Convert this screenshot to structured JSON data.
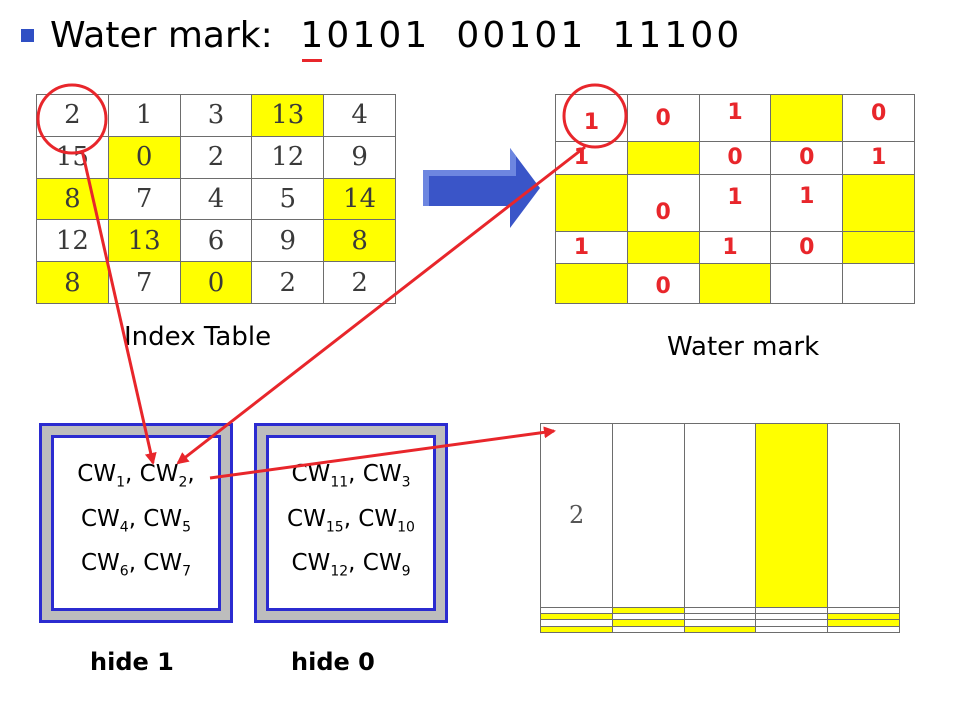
{
  "title": {
    "label": "Water mark:",
    "bits": [
      "1",
      "0",
      "1",
      "0",
      "1",
      "0",
      "0",
      "1",
      "0",
      "1",
      "1",
      "1",
      "1",
      "0",
      "0"
    ]
  },
  "index_table": {
    "caption": "Index Table",
    "rows": [
      [
        "2",
        "1",
        "3",
        "13",
        "4"
      ],
      [
        "15",
        "0",
        "2",
        "12",
        "9"
      ],
      [
        "8",
        "7",
        "4",
        "5",
        "14"
      ],
      [
        "12",
        "13",
        "6",
        "9",
        "8"
      ],
      [
        "8",
        "7",
        "0",
        "2",
        "2"
      ]
    ],
    "highlight": [
      [
        false,
        false,
        false,
        true,
        false
      ],
      [
        false,
        true,
        false,
        false,
        false
      ],
      [
        true,
        false,
        false,
        false,
        true
      ],
      [
        false,
        true,
        false,
        false,
        true
      ],
      [
        true,
        false,
        true,
        false,
        false
      ]
    ]
  },
  "watermark_table": {
    "caption": "Water mark",
    "rows": [
      [
        "1",
        "0",
        "1",
        "",
        "0"
      ],
      [
        "1",
        "",
        "0",
        "0",
        "1"
      ],
      [
        "",
        "0",
        "1",
        "1",
        ""
      ],
      [
        "1",
        "",
        "1",
        "0",
        ""
      ],
      [
        "",
        "0",
        "",
        "",
        ""
      ]
    ],
    "highlight": [
      [
        false,
        false,
        false,
        true,
        false
      ],
      [
        false,
        true,
        false,
        false,
        false
      ],
      [
        true,
        false,
        false,
        false,
        true
      ],
      [
        false,
        true,
        false,
        false,
        true
      ],
      [
        true,
        false,
        true,
        false,
        false
      ]
    ]
  },
  "result_table": {
    "rows": [
      [
        "2",
        "",
        "",
        "",
        ""
      ],
      [
        "",
        "",
        "",
        "",
        ""
      ],
      [
        "",
        "",
        "",
        "",
        ""
      ],
      [
        "",
        "",
        "",
        "",
        ""
      ],
      [
        "",
        "",
        "",
        "",
        ""
      ]
    ],
    "highlight": [
      [
        false,
        false,
        false,
        true,
        false
      ],
      [
        false,
        true,
        false,
        false,
        false
      ],
      [
        true,
        false,
        false,
        false,
        true
      ],
      [
        false,
        true,
        false,
        false,
        true
      ],
      [
        true,
        false,
        true,
        false,
        false
      ]
    ]
  },
  "box_hide1": {
    "label": "hide 1",
    "lines": [
      [
        {
          "t": "CW",
          "s": "1"
        },
        {
          "t": ", CW",
          "s": "2"
        },
        {
          "t": ",",
          "s": ""
        }
      ],
      [
        {
          "t": "CW",
          "s": "4"
        },
        {
          "t": ", CW",
          "s": "5"
        }
      ],
      [
        {
          "t": "CW",
          "s": "6"
        },
        {
          "t": ", CW",
          "s": "7"
        }
      ]
    ]
  },
  "box_hide0": {
    "label": "hide 0",
    "lines": [
      [
        {
          "t": "CW",
          "s": "11"
        },
        {
          "t": ", CW",
          "s": "3"
        }
      ],
      [
        {
          "t": "CW",
          "s": "15"
        },
        {
          "t": ", CW",
          "s": "10"
        }
      ],
      [
        {
          "t": "CW",
          "s": "12"
        },
        {
          "t": ", CW",
          "s": "9"
        }
      ]
    ]
  },
  "colors": {
    "accent_red": "#e8262b",
    "highlight_yellow": "#ffff00",
    "box_blue": "#2b2bd0",
    "arrow_blue": "#3a55c8",
    "bullet": "#2f4fc4"
  }
}
